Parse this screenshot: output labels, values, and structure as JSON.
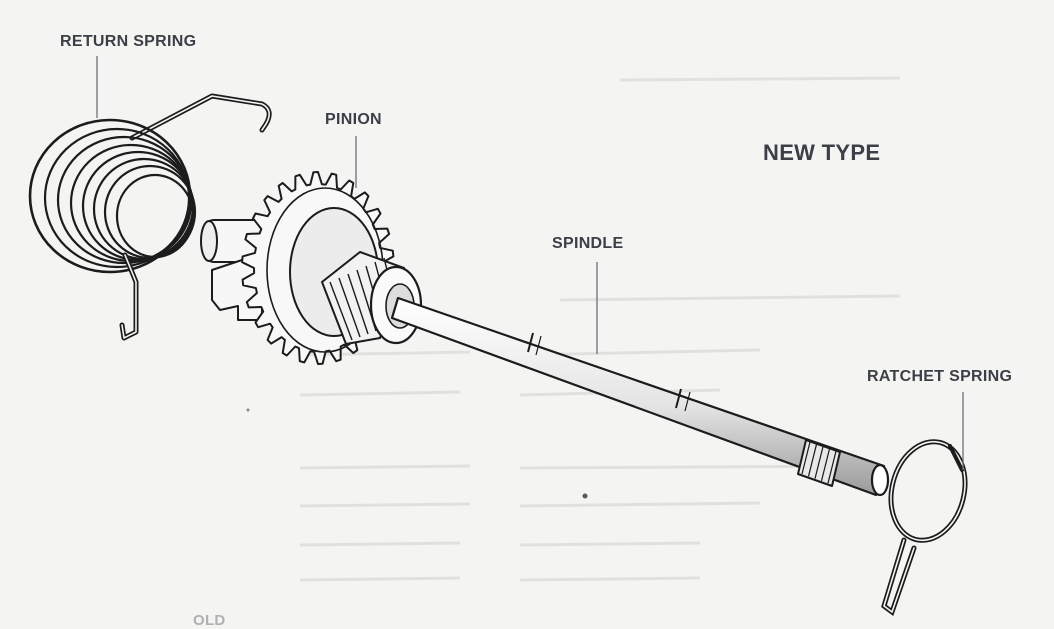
{
  "labels": {
    "return_spring": "RETURN SPRING",
    "pinion": "PINION",
    "spindle": "SPINDLE",
    "ratchet_spring": "RATCHET SPRING",
    "new_type": "NEW TYPE",
    "caption": "OLD"
  },
  "colors": {
    "background": "#f4f4f2",
    "ink": "#1c1c1c",
    "label_text": "#3b3f46",
    "ghost_text": "#c9c9c9"
  }
}
